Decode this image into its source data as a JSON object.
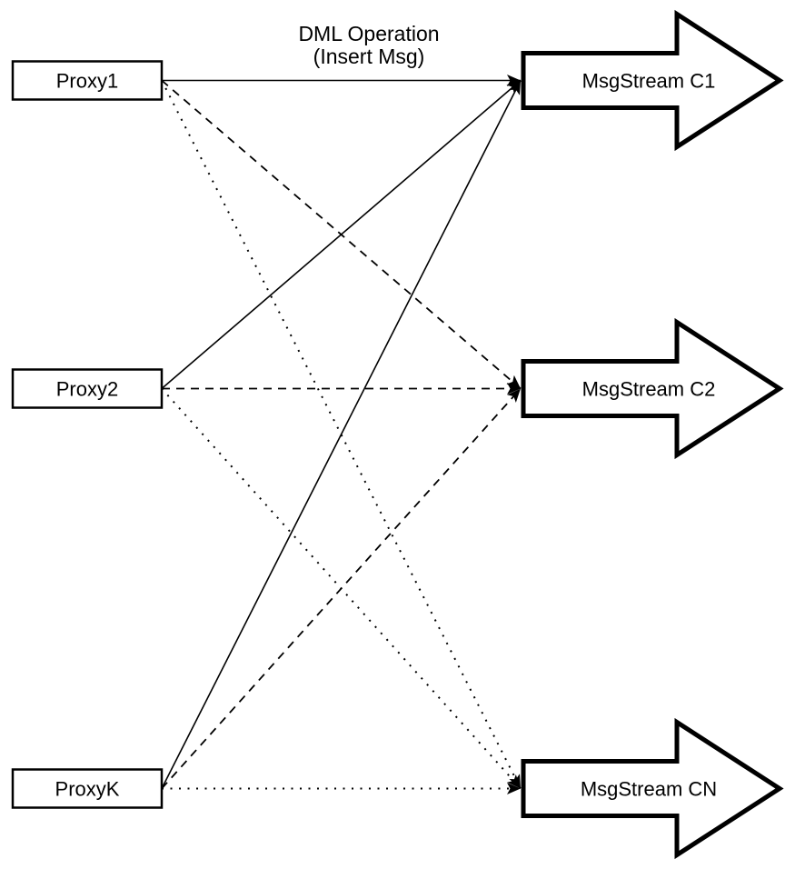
{
  "title": {
    "line1": "DML Operation",
    "line2": "(Insert Msg)"
  },
  "proxies": [
    {
      "id": "proxy1",
      "label": "Proxy1"
    },
    {
      "id": "proxy2",
      "label": "Proxy2"
    },
    {
      "id": "proxyK",
      "label": "ProxyK"
    }
  ],
  "streams": [
    {
      "id": "c1",
      "label": "MsgStream C1"
    },
    {
      "id": "c2",
      "label": "MsgStream C2"
    },
    {
      "id": "cN",
      "label": "MsgStream CN"
    }
  ],
  "connections": [
    {
      "from": "Proxy1",
      "to": "MsgStream C1",
      "style": "solid"
    },
    {
      "from": "Proxy1",
      "to": "MsgStream C2",
      "style": "dashed"
    },
    {
      "from": "Proxy1",
      "to": "MsgStream CN",
      "style": "dotted"
    },
    {
      "from": "Proxy2",
      "to": "MsgStream C1",
      "style": "solid"
    },
    {
      "from": "Proxy2",
      "to": "MsgStream C2",
      "style": "dashed"
    },
    {
      "from": "Proxy2",
      "to": "MsgStream CN",
      "style": "dotted"
    },
    {
      "from": "ProxyK",
      "to": "MsgStream C1",
      "style": "solid"
    },
    {
      "from": "ProxyK",
      "to": "MsgStream C2",
      "style": "dashed"
    },
    {
      "from": "ProxyK",
      "to": "MsgStream CN",
      "style": "dotted"
    }
  ],
  "colors": {
    "stroke": "#000000",
    "fill": "#ffffff",
    "background": "#ffffff"
  }
}
